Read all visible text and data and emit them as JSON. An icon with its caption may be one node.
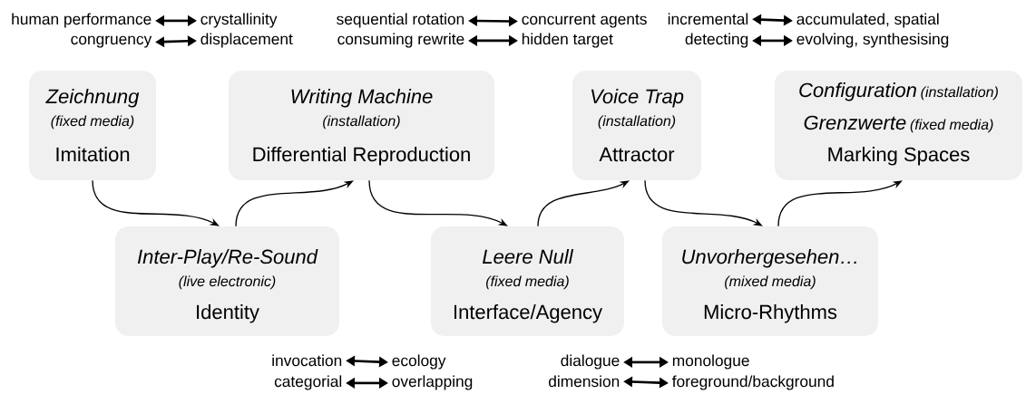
{
  "diagram": {
    "nodes": [
      {
        "text": [
          "human performance"
        ]
      },
      {
        "text": [
          "crystallinity"
        ]
      },
      {
        "text": [
          "sequential rotation"
        ]
      },
      {
        "text": [
          "concurrent agents"
        ]
      },
      {
        "text": [
          "incremental"
        ]
      },
      {
        "text": [
          "accumulated, spatial"
        ]
      },
      {
        "text": [
          "congruency"
        ]
      },
      {
        "text": [
          "displacement"
        ]
      },
      {
        "text": [
          "consuming rewrite"
        ]
      },
      {
        "text": [
          "hidden target"
        ]
      },
      {
        "text": [
          "detecting"
        ]
      },
      {
        "text": [
          "evolving, synthesising"
        ]
      },
      {
        "text": [
          "Zeichnung",
          "(fixed media)",
          "Imitation"
        ]
      },
      {
        "text": [
          "Writing Machine",
          "(installation)",
          "Differential Reproduction"
        ]
      },
      {
        "text": [
          "Voice Trap",
          "(installation)",
          "Attractor"
        ]
      },
      {
        "text": [
          "Configuration",
          "(installation)",
          "Grenzwerte",
          "(fixed media)",
          "Marking Spaces"
        ]
      },
      {
        "text": [
          "Inter-Play/Re-Sound",
          "(live electronic)",
          "Identity"
        ]
      },
      {
        "text": [
          "Leere Null",
          "(fixed media)",
          "Interface/Agency"
        ]
      },
      {
        "text": [
          "Unvorhergesehen…",
          "(mixed media)",
          "Micro-Rhythms"
        ]
      },
      {
        "text": [
          "invocation"
        ]
      },
      {
        "text": [
          "ecology"
        ]
      },
      {
        "text": [
          "dialogue"
        ]
      },
      {
        "text": [
          "monologue"
        ]
      },
      {
        "text": [
          "categorial"
        ]
      },
      {
        "text": [
          "overlapping"
        ]
      },
      {
        "text": [
          "dimension"
        ]
      },
      {
        "text": [
          "foreground/background"
        ]
      }
    ],
    "edges": [
      {
        "from": 0,
        "to": 1,
        "arrow": "both"
      },
      {
        "from": 2,
        "to": 3,
        "arrow": "both"
      },
      {
        "from": 4,
        "to": 5,
        "arrow": "both"
      },
      {
        "from": 6,
        "to": 7,
        "arrow": "both"
      },
      {
        "from": 8,
        "to": 9,
        "arrow": "both"
      },
      {
        "from": 10,
        "to": 11,
        "arrow": "both"
      },
      {
        "from": 12,
        "to": 16,
        "arrow": "to"
      },
      {
        "from": 16,
        "to": 13,
        "arrow": "to"
      },
      {
        "from": 13,
        "to": 17,
        "arrow": "to"
      },
      {
        "from": 17,
        "to": 14,
        "arrow": "to"
      },
      {
        "from": 14,
        "to": 18,
        "arrow": "to"
      },
      {
        "from": 18,
        "to": 15,
        "arrow": "to"
      },
      {
        "from": 19,
        "to": 20,
        "arrow": "both"
      },
      {
        "from": 21,
        "to": 22,
        "arrow": "both"
      },
      {
        "from": 23,
        "to": 24,
        "arrow": "both"
      },
      {
        "from": 25,
        "to": 26,
        "arrow": "both"
      }
    ]
  }
}
